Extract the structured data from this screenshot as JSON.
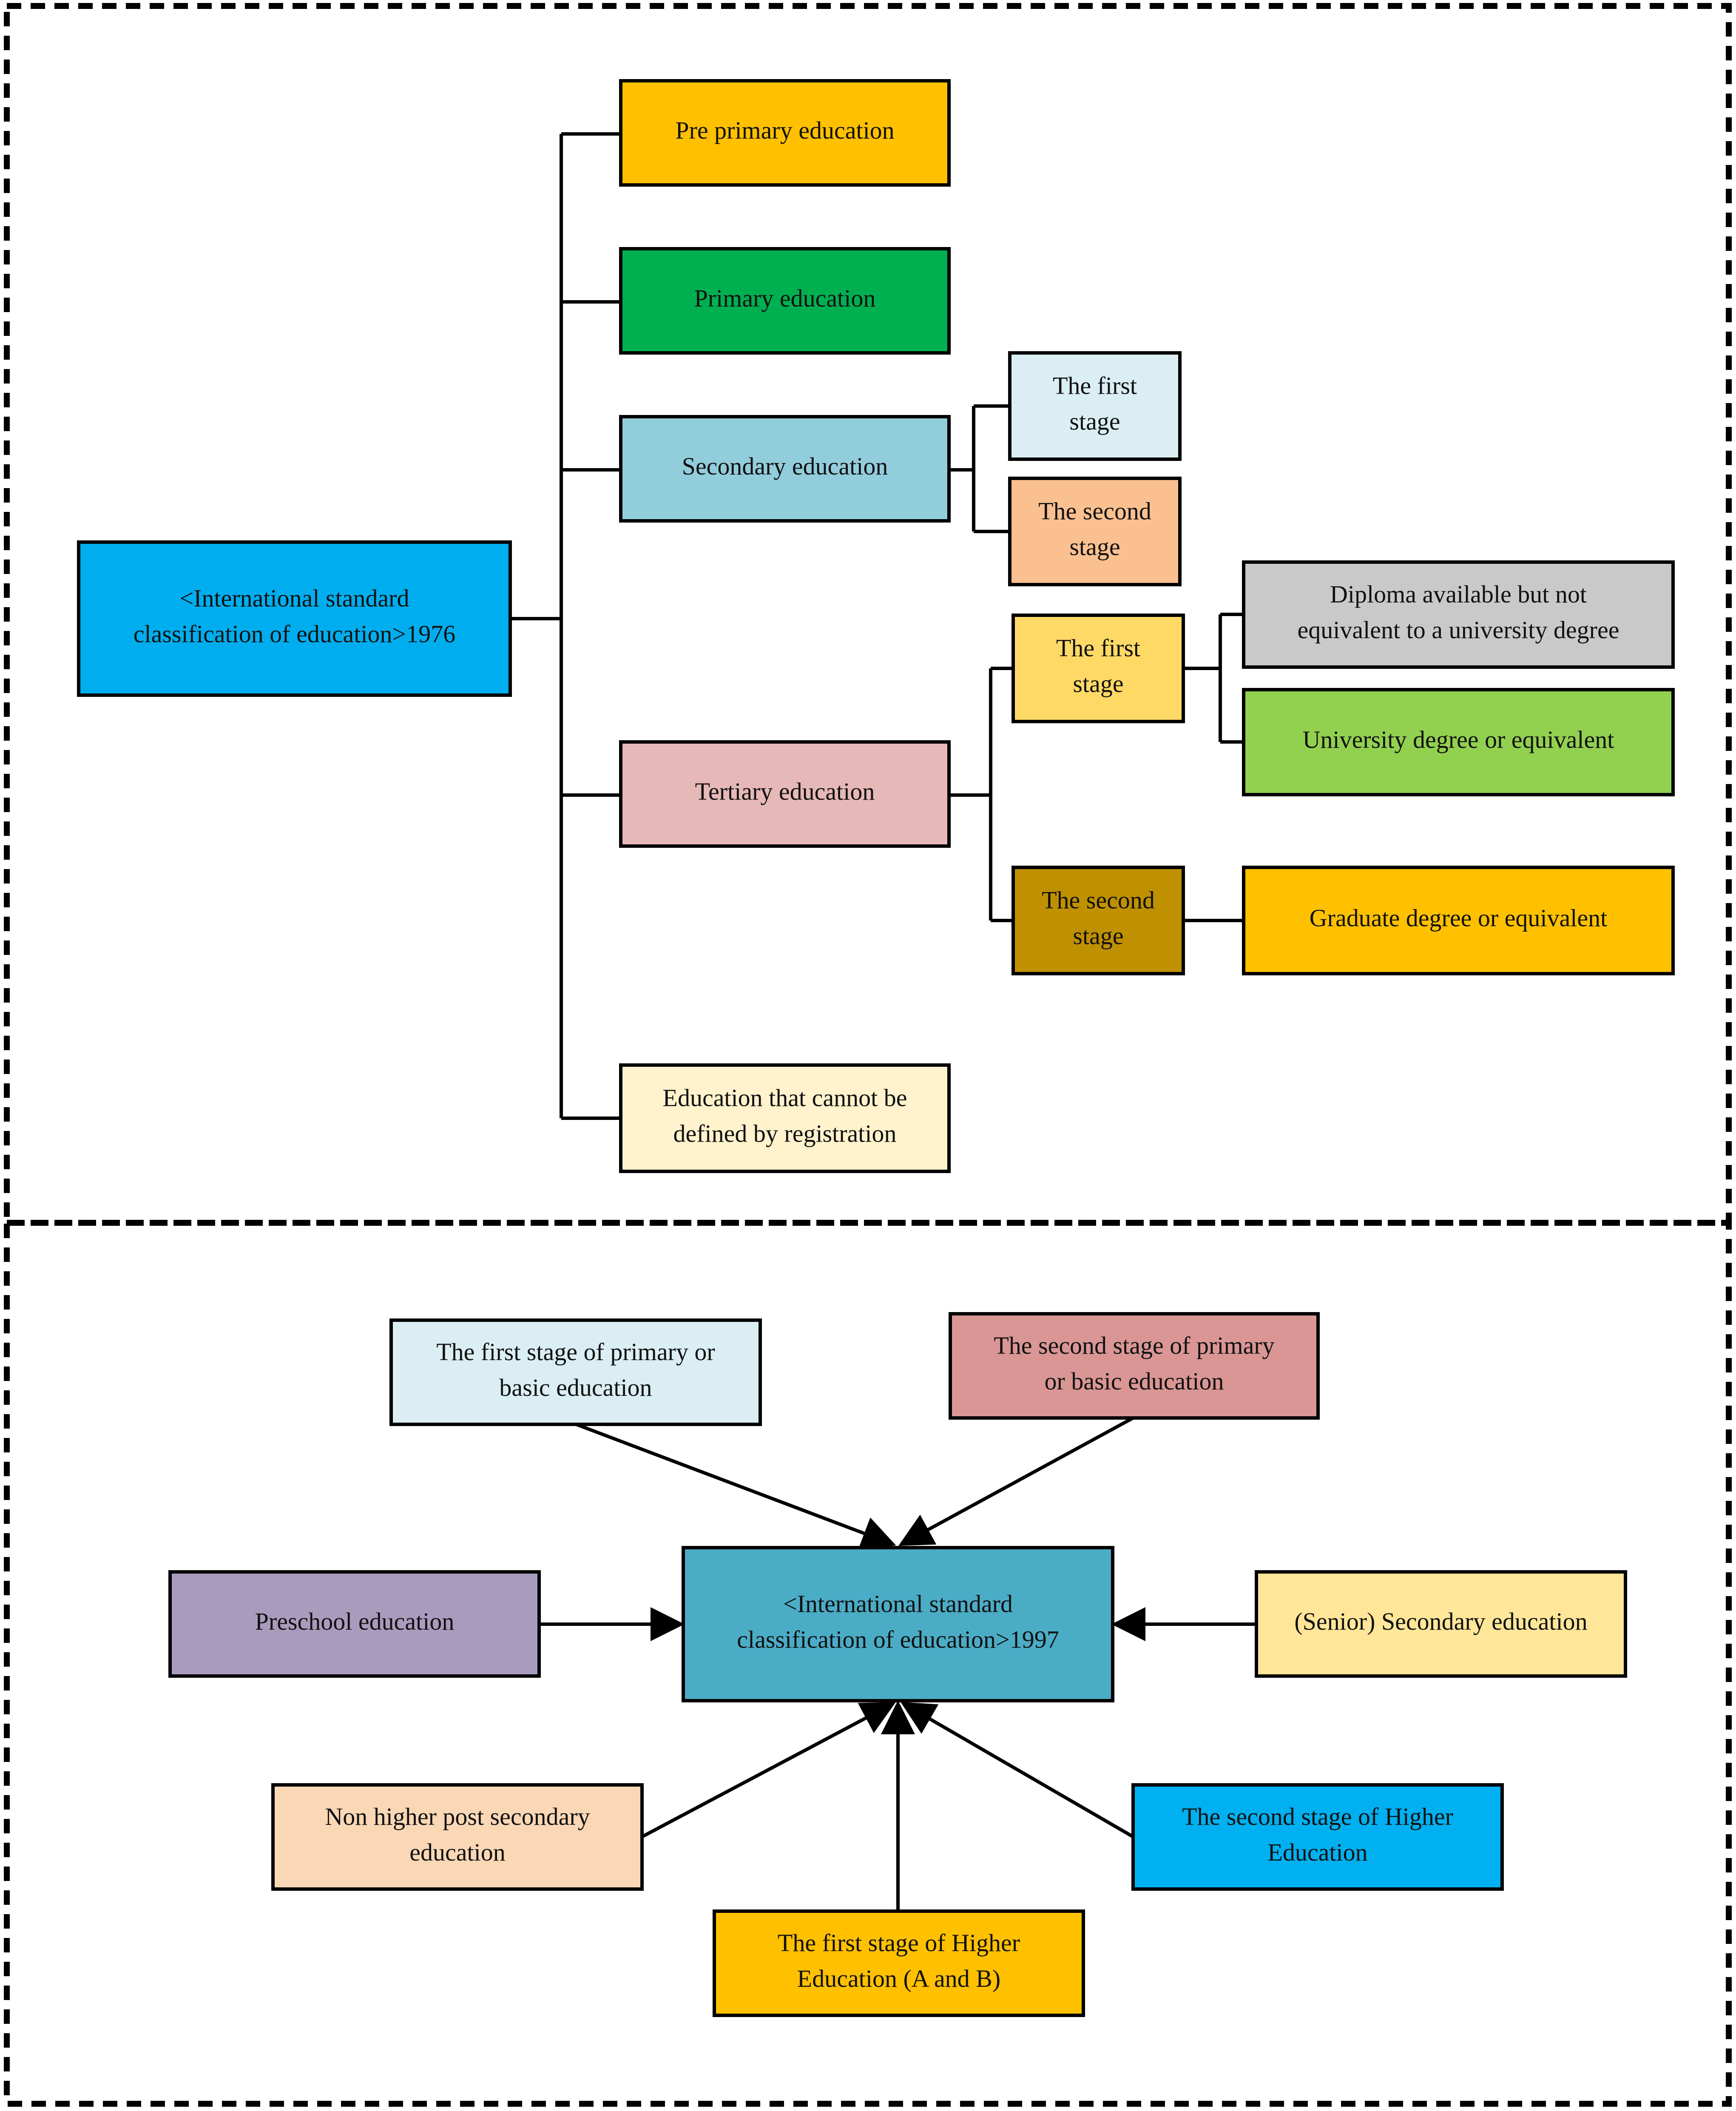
{
  "diagram_1976": {
    "root": {
      "lines": [
        "<International standard",
        "classification of education>1976"
      ],
      "color": "#00AEEF"
    },
    "branches": [
      {
        "id": "pre-primary",
        "lines": [
          "Pre primary education"
        ],
        "color": "#FFC000"
      },
      {
        "id": "primary",
        "lines": [
          "Primary education"
        ],
        "color": "#00B050"
      },
      {
        "id": "secondary",
        "lines": [
          "Secondary education"
        ],
        "color": "#92CDDC"
      },
      {
        "id": "tertiary",
        "lines": [
          "Tertiary education"
        ],
        "color": "#E6B8B7"
      },
      {
        "id": "undefined-registration",
        "lines": [
          "Education that cannot be",
          "defined by registration"
        ],
        "color": "#FFF2CC"
      }
    ],
    "secondary_stages": [
      {
        "id": "first",
        "lines": [
          "The first",
          "stage"
        ],
        "color": "#DAEEF3"
      },
      {
        "id": "second",
        "lines": [
          "The second",
          "stage"
        ],
        "color": "#FAC090"
      }
    ],
    "tertiary_stages": [
      {
        "id": "first",
        "lines": [
          "The first",
          "stage"
        ],
        "color": "#FFD966"
      },
      {
        "id": "second",
        "lines": [
          "The second",
          "stage"
        ],
        "color": "#BF9000"
      }
    ],
    "tertiary_first_outcomes": [
      {
        "id": "diploma",
        "lines": [
          "Diploma available but not",
          "equivalent to a university degree"
        ],
        "color": "#C9C9C9"
      },
      {
        "id": "university",
        "lines": [
          "University degree or equivalent"
        ],
        "color": "#92D050"
      }
    ],
    "tertiary_second_outcomes": [
      {
        "id": "graduate",
        "lines": [
          "Graduate degree or equivalent"
        ],
        "color": "#FFC000"
      }
    ]
  },
  "diagram_1997": {
    "center": {
      "lines": [
        "<International standard",
        "classification of education>1997"
      ],
      "color": "#4BACC6"
    },
    "levels": [
      {
        "id": "primary-first",
        "lines": [
          "The first stage of primary or",
          "basic education"
        ],
        "color": "#DAEEF3"
      },
      {
        "id": "primary-second",
        "lines": [
          "The second stage of primary",
          "or basic education"
        ],
        "color": "#D99694"
      },
      {
        "id": "preschool",
        "lines": [
          "Preschool education"
        ],
        "color": "#A99BBD"
      },
      {
        "id": "senior-secondary",
        "lines": [
          "(Senior) Secondary education"
        ],
        "color": "#FFE699"
      },
      {
        "id": "non-higher-post-secondary",
        "lines": [
          "Non higher post secondary",
          "education"
        ],
        "color": "#FAD7B5"
      },
      {
        "id": "higher-first",
        "lines": [
          "The first stage of Higher",
          "Education (A and B)"
        ],
        "color": "#FFC000"
      },
      {
        "id": "higher-second",
        "lines": [
          "The second stage of Higher",
          "Education"
        ],
        "color": "#00B0F0"
      }
    ]
  }
}
